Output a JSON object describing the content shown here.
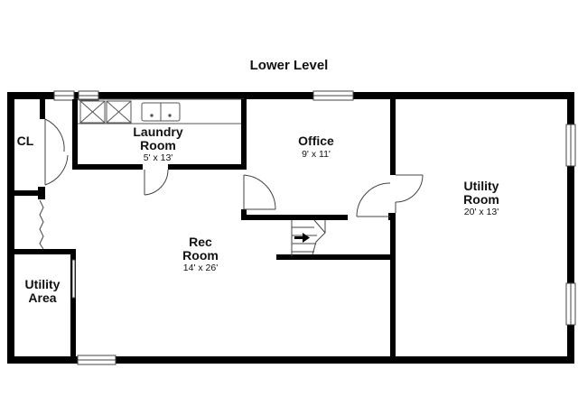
{
  "plan": {
    "title": "Lower Level",
    "rooms": {
      "laundry": {
        "name_line1": "Laundry",
        "name_line2": "Room",
        "dimensions": "5' x 13'"
      },
      "office": {
        "name": "Office",
        "dimensions": "9' x 11'"
      },
      "utility_room": {
        "name_line1": "Utility",
        "name_line2": "Room",
        "dimensions": "20' x 13'"
      },
      "rec_room": {
        "name_line1": "Rec",
        "name_line2": "Room",
        "dimensions": "14' x 26'"
      },
      "utility_area": {
        "name_line1": "Utility",
        "name_line2": "Area"
      },
      "closet": {
        "name": "CL"
      }
    },
    "colors": {
      "wall": "#000000",
      "line": "#444444",
      "background": "#ffffff"
    }
  }
}
